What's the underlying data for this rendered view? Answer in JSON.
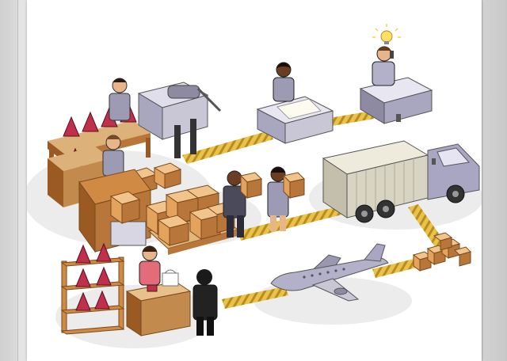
{
  "scene": {
    "stations": [
      "seating-area",
      "product-assembly-table",
      "seamstress-station",
      "office-desk",
      "loading-area",
      "delivery-truck",
      "shipping-area",
      "cargo-airplane",
      "retail-shop"
    ],
    "colors": {
      "belt": "#e8c24a",
      "belt_stripe": "#b98c1c",
      "wood": "#d08a44",
      "wood_dark": "#9a5a22",
      "box": "#e3a35c",
      "box_side": "#b9763a",
      "machine": "#c9c7d6",
      "machine_dark": "#8d8aa2",
      "product": "#c0304a",
      "truck": "#d8d4c4",
      "cab": "#a9a6c4",
      "plane": "#b3b0c9",
      "skin_light": "#e8b48a",
      "skin_dark": "#6b3d22",
      "shadow": "#e6e6e6"
    }
  }
}
